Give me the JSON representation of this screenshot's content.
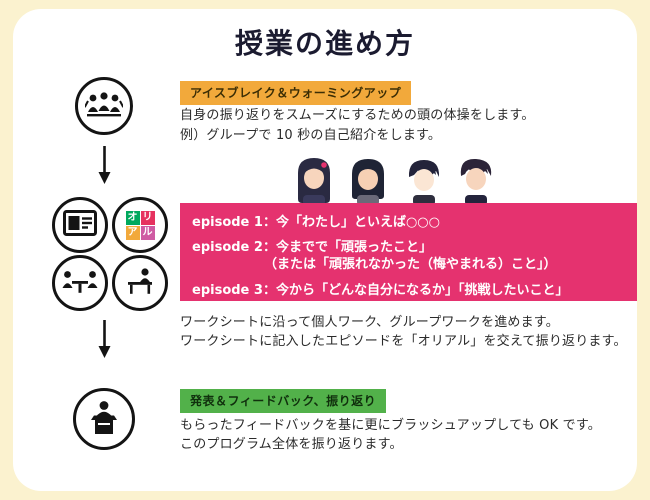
{
  "page": {
    "title": "授業の進め方",
    "colors": {
      "background": "#fbf2cf",
      "badge_orange": "#f2a93b",
      "badge_green": "#52b14a",
      "episode_pink": "#e5326f"
    }
  },
  "step1": {
    "badge": "アイスブレイク＆ウォーミングアップ",
    "line1": "自身の振り返りをスムーズにするための頭の体操をします。",
    "line2": "例）グループで 10 秒の自己紹介をします。"
  },
  "step2": {
    "episode1": "episode 1：今「わたし」といえば○○○",
    "episode2": "episode 2：今までで「頑張ったこと」",
    "episode2b": "（または「頑張れなかった（悔やまれる）こと」）",
    "episode3": "episode 3：今から「どんな自分になるか」「挑戦したいこと」",
    "line1": "ワークシートに沿って個人ワーク、グループワークを進めます。",
    "line2": "ワークシートに記入したエピソードを「オリアル」を交えて振り返ります。"
  },
  "step3": {
    "badge": "発表＆フィードバック、振り返り",
    "line1": "もらったフィードバックを基に更にブラッシュアップしても OK です。",
    "line2": "このプログラム全体を振り返ります。"
  },
  "orial": {
    "chars": [
      "オ",
      "リ",
      "ア",
      "ル"
    ],
    "colors": [
      "#00a95e",
      "#e6325f",
      "#f2a93b",
      "#cf5ba3"
    ]
  },
  "icons": {
    "step1_circle": "group-warmup-icon",
    "whiteboard": "whiteboard-icon",
    "orial_logo": "orial-logo",
    "pair_work": "pair-work-icon",
    "desk_work": "desk-work-icon",
    "presenter": "presenter-podium-icon",
    "flow_arrow": "arrow-down-icon"
  }
}
